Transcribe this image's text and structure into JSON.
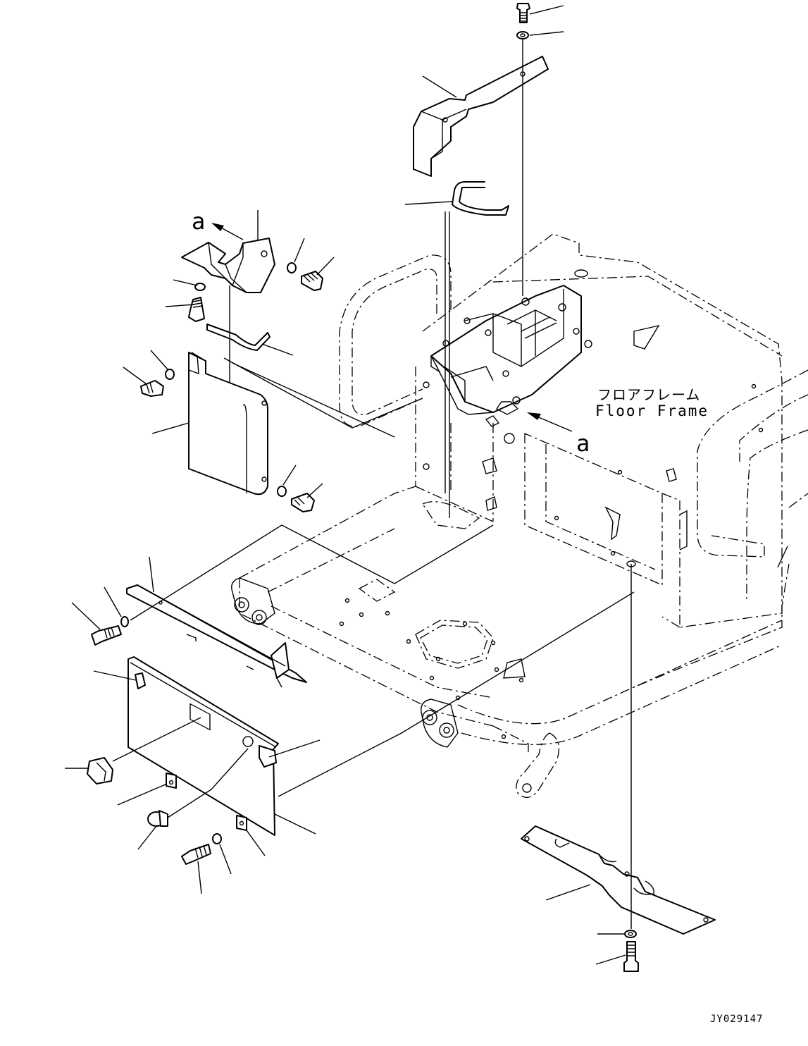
{
  "diagram": {
    "label_jp": "フロアフレーム",
    "label_en": "Floor Frame",
    "view_marker_top": "a",
    "view_marker_frame": "a",
    "drawing_code": "JY029147"
  }
}
